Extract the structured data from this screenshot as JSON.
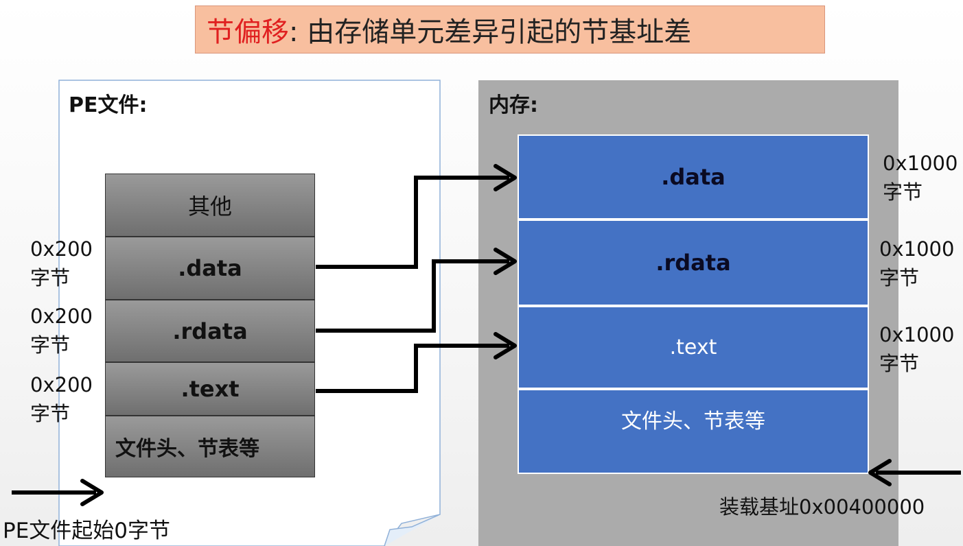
{
  "title": {
    "highlight": "节偏移",
    "rest": ": 由存储单元差异引起的节基址差"
  },
  "pe_file": {
    "label": "PE文件:",
    "sections": [
      {
        "id": "other",
        "label": "其他"
      },
      {
        "id": "data",
        "label": ".data",
        "size": "0x200",
        "unit": "字节"
      },
      {
        "id": "rdata",
        "label": ".rdata",
        "size": "0x200",
        "unit": "字节"
      },
      {
        "id": "text",
        "label": ".text",
        "size": "0x200",
        "unit": "字节"
      },
      {
        "id": "header",
        "label": "文件头、节表等"
      }
    ],
    "start_label": "PE文件起始0字节"
  },
  "memory": {
    "label": "内存:",
    "sections": [
      {
        "id": "data",
        "label": ".data",
        "size": "0x1000",
        "unit": "字节"
      },
      {
        "id": "rdata",
        "label": ".rdata",
        "size": "0x1000",
        "unit": "字节"
      },
      {
        "id": "text",
        "label": ".text",
        "size": "0x1000",
        "unit": "字节"
      },
      {
        "id": "header",
        "label": "文件头、节表等"
      }
    ],
    "base_label": "装载基址0x00400000"
  },
  "colors": {
    "title_bg": "#f8bf9f",
    "title_highlight": "#e02020",
    "memory_bg": "#ababab",
    "memory_block": "#4472c4",
    "file_block": "#808080"
  }
}
